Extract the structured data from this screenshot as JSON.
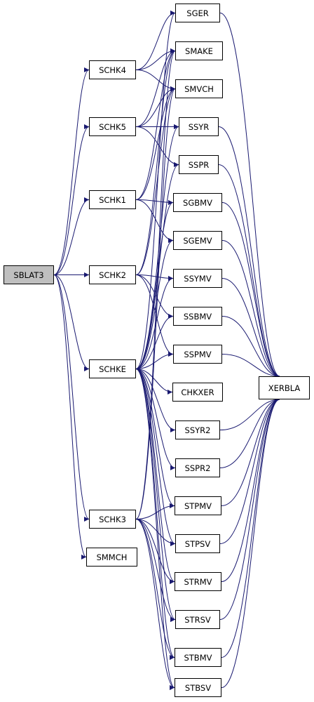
{
  "colors": {
    "edge": "#191970",
    "node_border": "#000000",
    "root_fill": "#bfbfbf",
    "node_fill": "#ffffff"
  },
  "nodes": {
    "SGER": "SGER",
    "SMAKE": "SMAKE",
    "SMVCH": "SMVCH",
    "SSYR": "SSYR",
    "SSPR": "SSPR",
    "SGBMV": "SGBMV",
    "SGEMV": "SGEMV",
    "SSYMV": "SSYMV",
    "SSBMV": "SSBMV",
    "SSPMV": "SSPMV",
    "CHKXER": "CHKXER",
    "SSYR2": "SSYR2",
    "SSPR2": "SSPR2",
    "STPMV": "STPMV",
    "STPSV": "STPSV",
    "STRMV": "STRMV",
    "STRSV": "STRSV",
    "STBMV": "STBMV",
    "STBSV": "STBSV",
    "SCHK4": "SCHK4",
    "SCHK5": "SCHK5",
    "SCHK1": "SCHK1",
    "SCHK2": "SCHK2",
    "SCHKE": "SCHKE",
    "SCHK3": "SCHK3",
    "SMMCH": "SMMCH",
    "SBLAT3": "SBLAT3",
    "XERBLA": "XERBLA"
  },
  "edges": [
    [
      "SBLAT3",
      "SCHK4"
    ],
    [
      "SBLAT3",
      "SCHK5"
    ],
    [
      "SBLAT3",
      "SCHK1"
    ],
    [
      "SBLAT3",
      "SCHK2"
    ],
    [
      "SBLAT3",
      "SCHKE"
    ],
    [
      "SBLAT3",
      "SCHK3"
    ],
    [
      "SBLAT3",
      "SMMCH"
    ],
    [
      "SCHK4",
      "SGER"
    ],
    [
      "SCHK4",
      "SMAKE"
    ],
    [
      "SCHK4",
      "SMVCH"
    ],
    [
      "SCHK5",
      "SMAKE"
    ],
    [
      "SCHK5",
      "SMVCH"
    ],
    [
      "SCHK5",
      "SSYR"
    ],
    [
      "SCHK5",
      "SSPR"
    ],
    [
      "SCHK1",
      "SMAKE"
    ],
    [
      "SCHK1",
      "SMVCH"
    ],
    [
      "SCHK1",
      "SGBMV"
    ],
    [
      "SCHK1",
      "SGEMV"
    ],
    [
      "SCHK2",
      "SMAKE"
    ],
    [
      "SCHK2",
      "SMVCH"
    ],
    [
      "SCHK2",
      "SSYMV"
    ],
    [
      "SCHK2",
      "SSBMV"
    ],
    [
      "SCHK2",
      "SSPMV"
    ],
    [
      "SCHKE",
      "SGER"
    ],
    [
      "SCHKE",
      "SSYR"
    ],
    [
      "SCHKE",
      "SSPR"
    ],
    [
      "SCHKE",
      "SGBMV"
    ],
    [
      "SCHKE",
      "SGEMV"
    ],
    [
      "SCHKE",
      "SSYMV"
    ],
    [
      "SCHKE",
      "SSBMV"
    ],
    [
      "SCHKE",
      "SSPMV"
    ],
    [
      "SCHKE",
      "CHKXER"
    ],
    [
      "SCHKE",
      "SSYR2"
    ],
    [
      "SCHKE",
      "SSPR2"
    ],
    [
      "SCHKE",
      "STPMV"
    ],
    [
      "SCHKE",
      "STPSV"
    ],
    [
      "SCHKE",
      "STRMV"
    ],
    [
      "SCHKE",
      "STRSV"
    ],
    [
      "SCHKE",
      "STBMV"
    ],
    [
      "SCHKE",
      "STBSV"
    ],
    [
      "SCHK3",
      "SMAKE"
    ],
    [
      "SCHK3",
      "SMVCH"
    ],
    [
      "SCHK3",
      "STPMV"
    ],
    [
      "SCHK3",
      "STPSV"
    ],
    [
      "SCHK3",
      "STRMV"
    ],
    [
      "SCHK3",
      "STRSV"
    ],
    [
      "SCHK3",
      "STBMV"
    ],
    [
      "SCHK3",
      "STBSV"
    ],
    [
      "SGER",
      "XERBLA"
    ],
    [
      "SSYR",
      "XERBLA"
    ],
    [
      "SSPR",
      "XERBLA"
    ],
    [
      "SGBMV",
      "XERBLA"
    ],
    [
      "SGEMV",
      "XERBLA"
    ],
    [
      "SSYMV",
      "XERBLA"
    ],
    [
      "SSBMV",
      "XERBLA"
    ],
    [
      "SSPMV",
      "XERBLA"
    ],
    [
      "SSYR2",
      "XERBLA"
    ],
    [
      "SSPR2",
      "XERBLA"
    ],
    [
      "STPMV",
      "XERBLA"
    ],
    [
      "STPSV",
      "XERBLA"
    ],
    [
      "STRMV",
      "XERBLA"
    ],
    [
      "STRSV",
      "XERBLA"
    ],
    [
      "STBMV",
      "XERBLA"
    ],
    [
      "STBSV",
      "XERBLA"
    ]
  ]
}
